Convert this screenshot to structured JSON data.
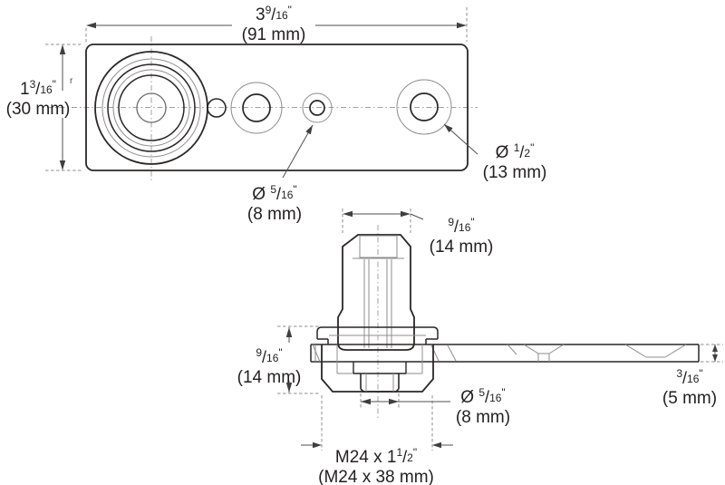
{
  "dims": {
    "plate_width": {
      "whole": "3",
      "num": "9",
      "den": "16",
      "mark": "\"",
      "metric": "(91 mm)"
    },
    "plate_height": {
      "whole": "1",
      "num": "3",
      "den": "16",
      "mark": "\"",
      "metric": "(30 mm)"
    },
    "hole_small": {
      "prefix": "Ø ",
      "num": "5",
      "den": "16",
      "mark": "\"",
      "metric": "(8 mm)"
    },
    "hole_large": {
      "prefix": "Ø ",
      "num": "1",
      "den": "2",
      "mark": "\"",
      "metric": "(13 mm)"
    },
    "post_width": {
      "num": "9",
      "den": "16",
      "mark": "\"",
      "metric": "(14 mm)"
    },
    "grip_length": {
      "num": "9",
      "den": "16",
      "mark": "\"",
      "metric": "(14 mm)"
    },
    "stud_diameter": {
      "prefix": "Ø ",
      "num": "5",
      "den": "16",
      "mark": "\"",
      "metric": "(8 mm)"
    },
    "thread_size": {
      "prefix": "M24 x 1",
      "num": "1",
      "den": "2",
      "mark": "\"",
      "metric": "(M24 x 38 mm)"
    },
    "plate_thickness": {
      "num": "3",
      "den": "16",
      "mark": "\"",
      "metric": "(5 mm)"
    }
  },
  "marks": {
    "stray": "r"
  },
  "colors": {
    "background": "#ffffff",
    "line_bold": "#2b2726",
    "line_thin": "#8c8c8c",
    "dimension": "#4f4f4f",
    "centerline": "#a0a0a0",
    "text": "#231f20"
  }
}
